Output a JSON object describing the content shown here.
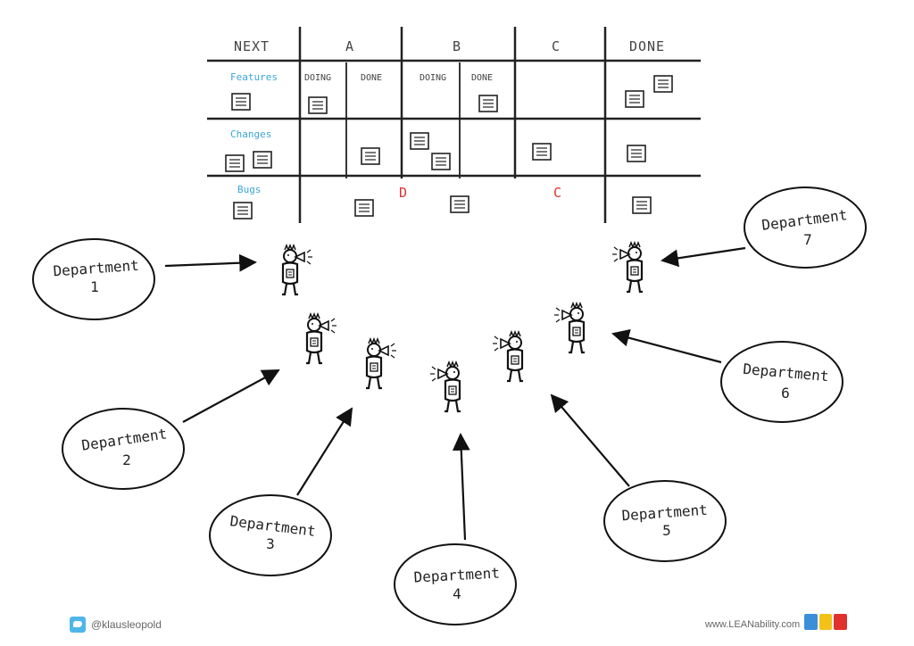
{
  "board": {
    "columns": [
      "NEXT",
      "A",
      "B",
      "C",
      "DONE"
    ],
    "subcolumns": [
      "DOING",
      "DONE",
      "DOING",
      "DONE"
    ],
    "rows": [
      "Features",
      "Changes",
      "Bugs"
    ],
    "bug_markers": [
      "D",
      "C"
    ]
  },
  "departments": [
    {
      "label": "Department",
      "number": "1"
    },
    {
      "label": "Department",
      "number": "2"
    },
    {
      "label": "Department",
      "number": "3"
    },
    {
      "label": "Department",
      "number": "4"
    },
    {
      "label": "Department",
      "number": "5"
    },
    {
      "label": "Department",
      "number": "6"
    },
    {
      "label": "Department",
      "number": "7"
    }
  ],
  "footer": {
    "twitter_handle": "@klausleopold",
    "website": "www.LEANability.com",
    "icons": [
      "twitter-icon",
      "leanability-logo"
    ],
    "logo_colors": [
      "#3b8fd9",
      "#f2c21b",
      "#e0312f"
    ]
  }
}
